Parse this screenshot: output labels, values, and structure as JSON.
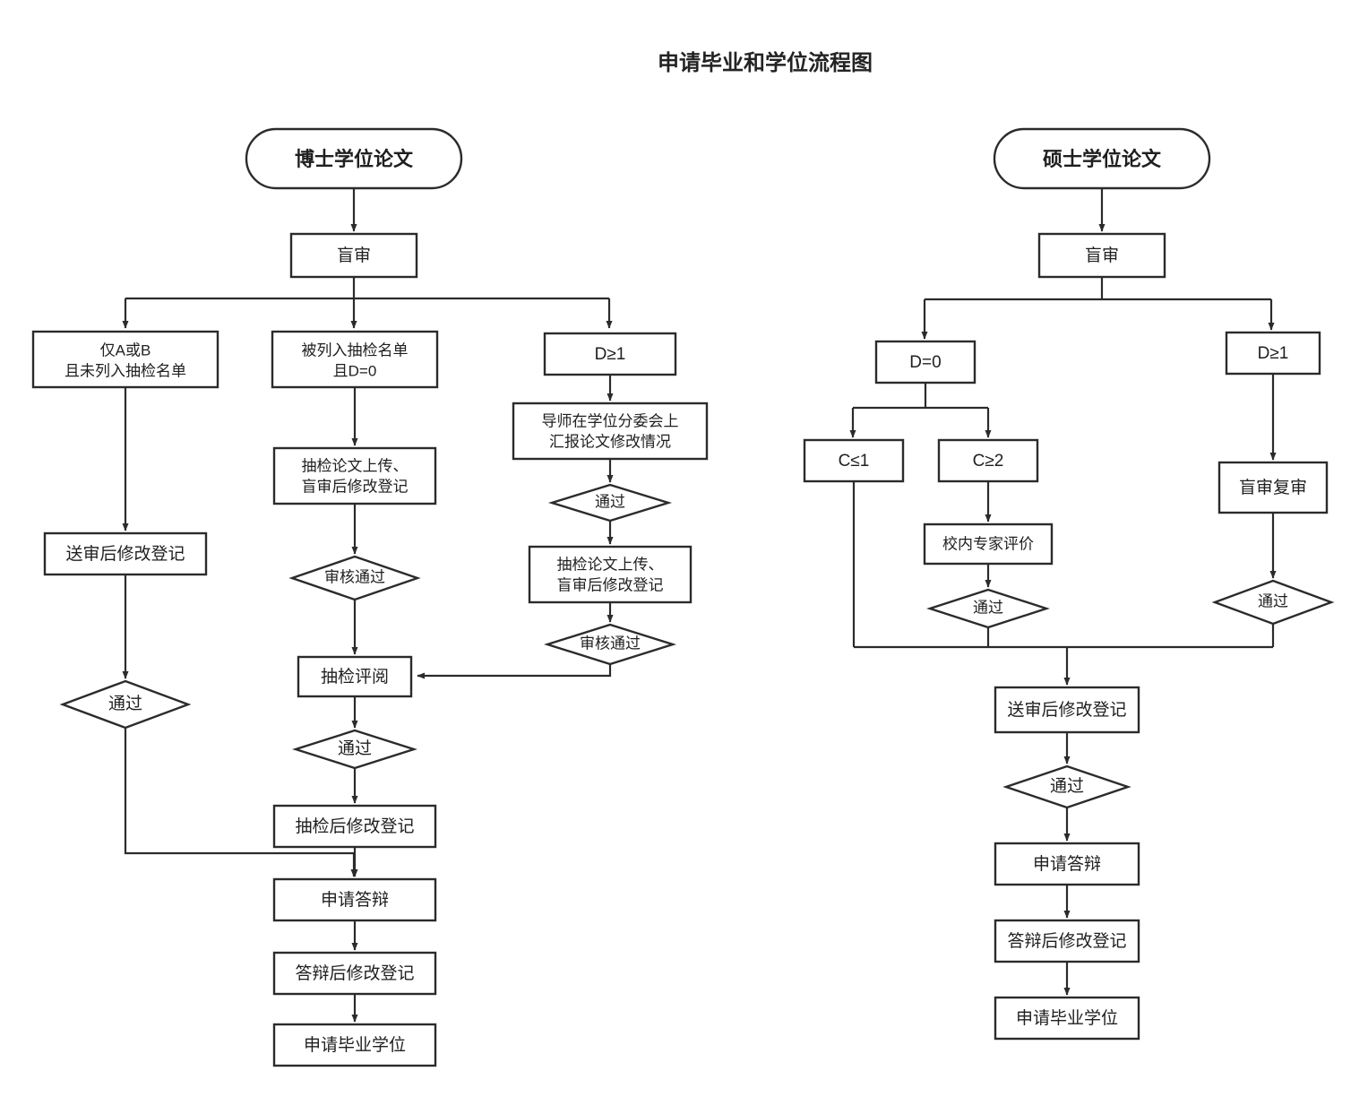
{
  "title": "申请毕业和学位流程图",
  "colors": {
    "background": "#ffffff",
    "stroke": "#2b2b2b",
    "text": "#1f1f1f",
    "node_fill": "#ffffff"
  },
  "doctoral": {
    "start": "博士学位论文",
    "blind_review": "盲审",
    "branch_a": {
      "condition_line1": "仅A或B",
      "condition_line2": "且未列入抽检名单",
      "step_revise": "送审后修改登记",
      "decision_pass": "通过"
    },
    "branch_b": {
      "condition_line1": "被列入抽检名单",
      "condition_line2": "且D=0",
      "upload_line1": "抽检论文上传、",
      "upload_line2": "盲审后修改登记",
      "decision_audit": "审核通过"
    },
    "branch_c": {
      "condition": "D≥1",
      "report_line1": "导师在学位分委会上",
      "report_line2": "汇报论文修改情况",
      "decision_pass": "通过",
      "upload_line1": "抽检论文上传、",
      "upload_line2": "盲审后修改登记",
      "decision_audit": "审核通过"
    },
    "common": {
      "sample_review": "抽检评阅",
      "decision_pass": "通过",
      "post_sample_revise": "抽检后修改登记",
      "apply_defense": "申请答辩",
      "post_defense_revise": "答辩后修改登记",
      "apply_degree": "申请毕业学位"
    }
  },
  "master": {
    "start": "硕士学位论文",
    "blind_review": "盲审",
    "branch_d0": {
      "condition": "D=0",
      "sub_c_low": "C≤1",
      "sub_c_high": "C≥2",
      "expert_eval": "校内专家评价",
      "decision_pass": "通过"
    },
    "branch_d1": {
      "condition": "D≥1",
      "recheck": "盲审复审",
      "decision_pass": "通过"
    },
    "common": {
      "post_submit_revise": "送审后修改登记",
      "decision_pass": "通过",
      "apply_defense": "申请答辩",
      "post_defense_revise": "答辩后修改登记",
      "apply_degree": "申请毕业学位"
    }
  }
}
